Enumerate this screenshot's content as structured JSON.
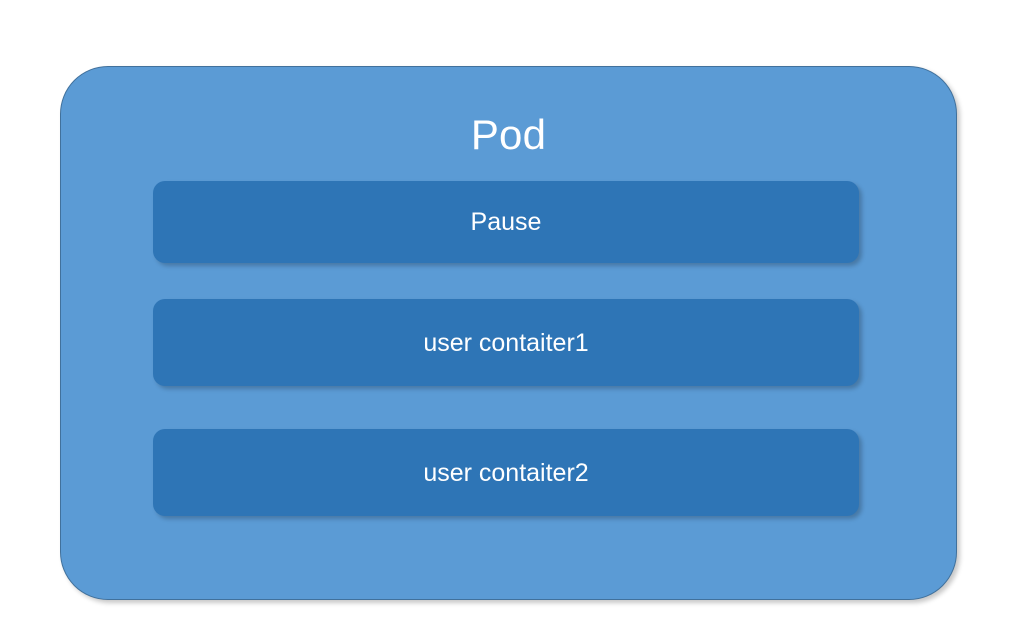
{
  "diagram": {
    "title": "Pod",
    "background_color": "#FFFFFF",
    "pod": {
      "label": "Pod",
      "fill_color": "#5B9BD5",
      "border_color": "#41719C",
      "text_color": "#FFFFFF",
      "containers": [
        {
          "label": "Pause",
          "fill_color": "#2E75B6",
          "text_color": "#FFFFFF"
        },
        {
          "label": "user contaiter1",
          "fill_color": "#2E75B6",
          "text_color": "#FFFFFF"
        },
        {
          "label": "user contaiter2",
          "fill_color": "#2E75B6",
          "text_color": "#FFFFFF"
        }
      ]
    }
  }
}
